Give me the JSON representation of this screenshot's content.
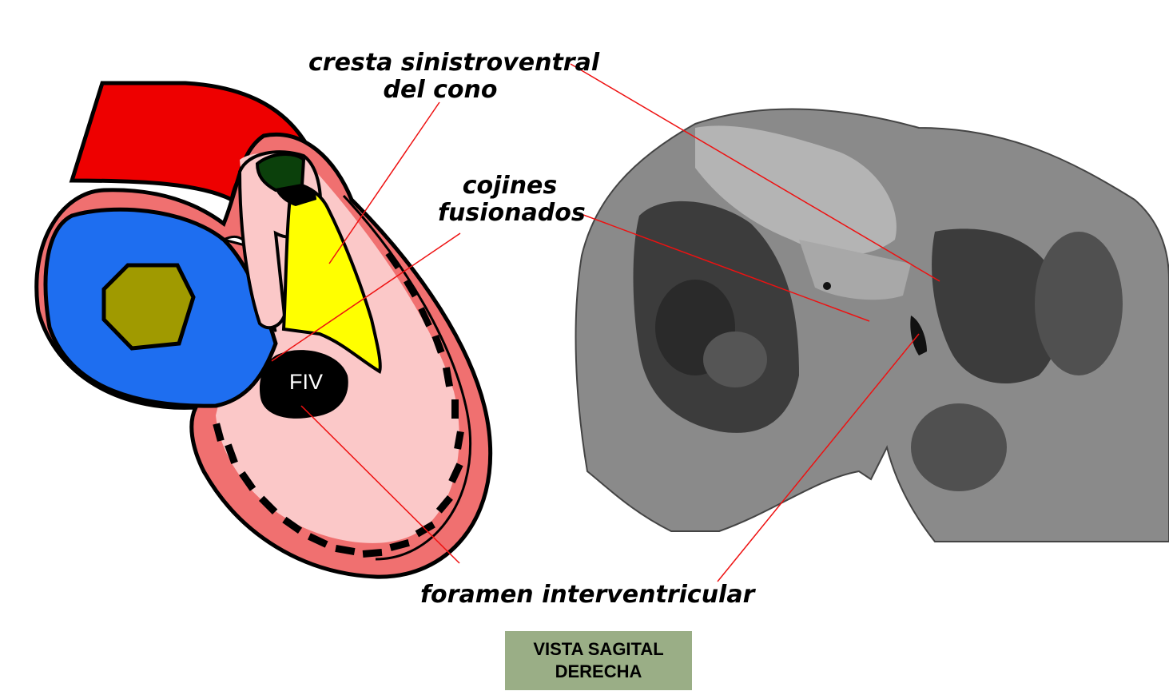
{
  "labels": {
    "cresta_line1": "cresta sinistroventral",
    "cresta_line2": "del  cono",
    "cojines_line1": "cojines",
    "cojines_line2": "fusionados",
    "foramen": "foramen interventricular",
    "fiv": "FIV"
  },
  "caption": {
    "line1": "VISTA SAGITAL",
    "line2": "DERECHA"
  },
  "colors": {
    "heart_wall": "#f07070",
    "ventricle_pink": "#fbc8c8",
    "atrium_blue": "#1e6ef0",
    "atrium_center": "#a09a00",
    "conus_yellow": "#ffff00",
    "outflow_red": "#ee0000",
    "valve_green": "#0b400b",
    "leader_red": "#ee1111",
    "caption_bg": "#9aae86",
    "sem_gray": "#8a8a8a"
  }
}
